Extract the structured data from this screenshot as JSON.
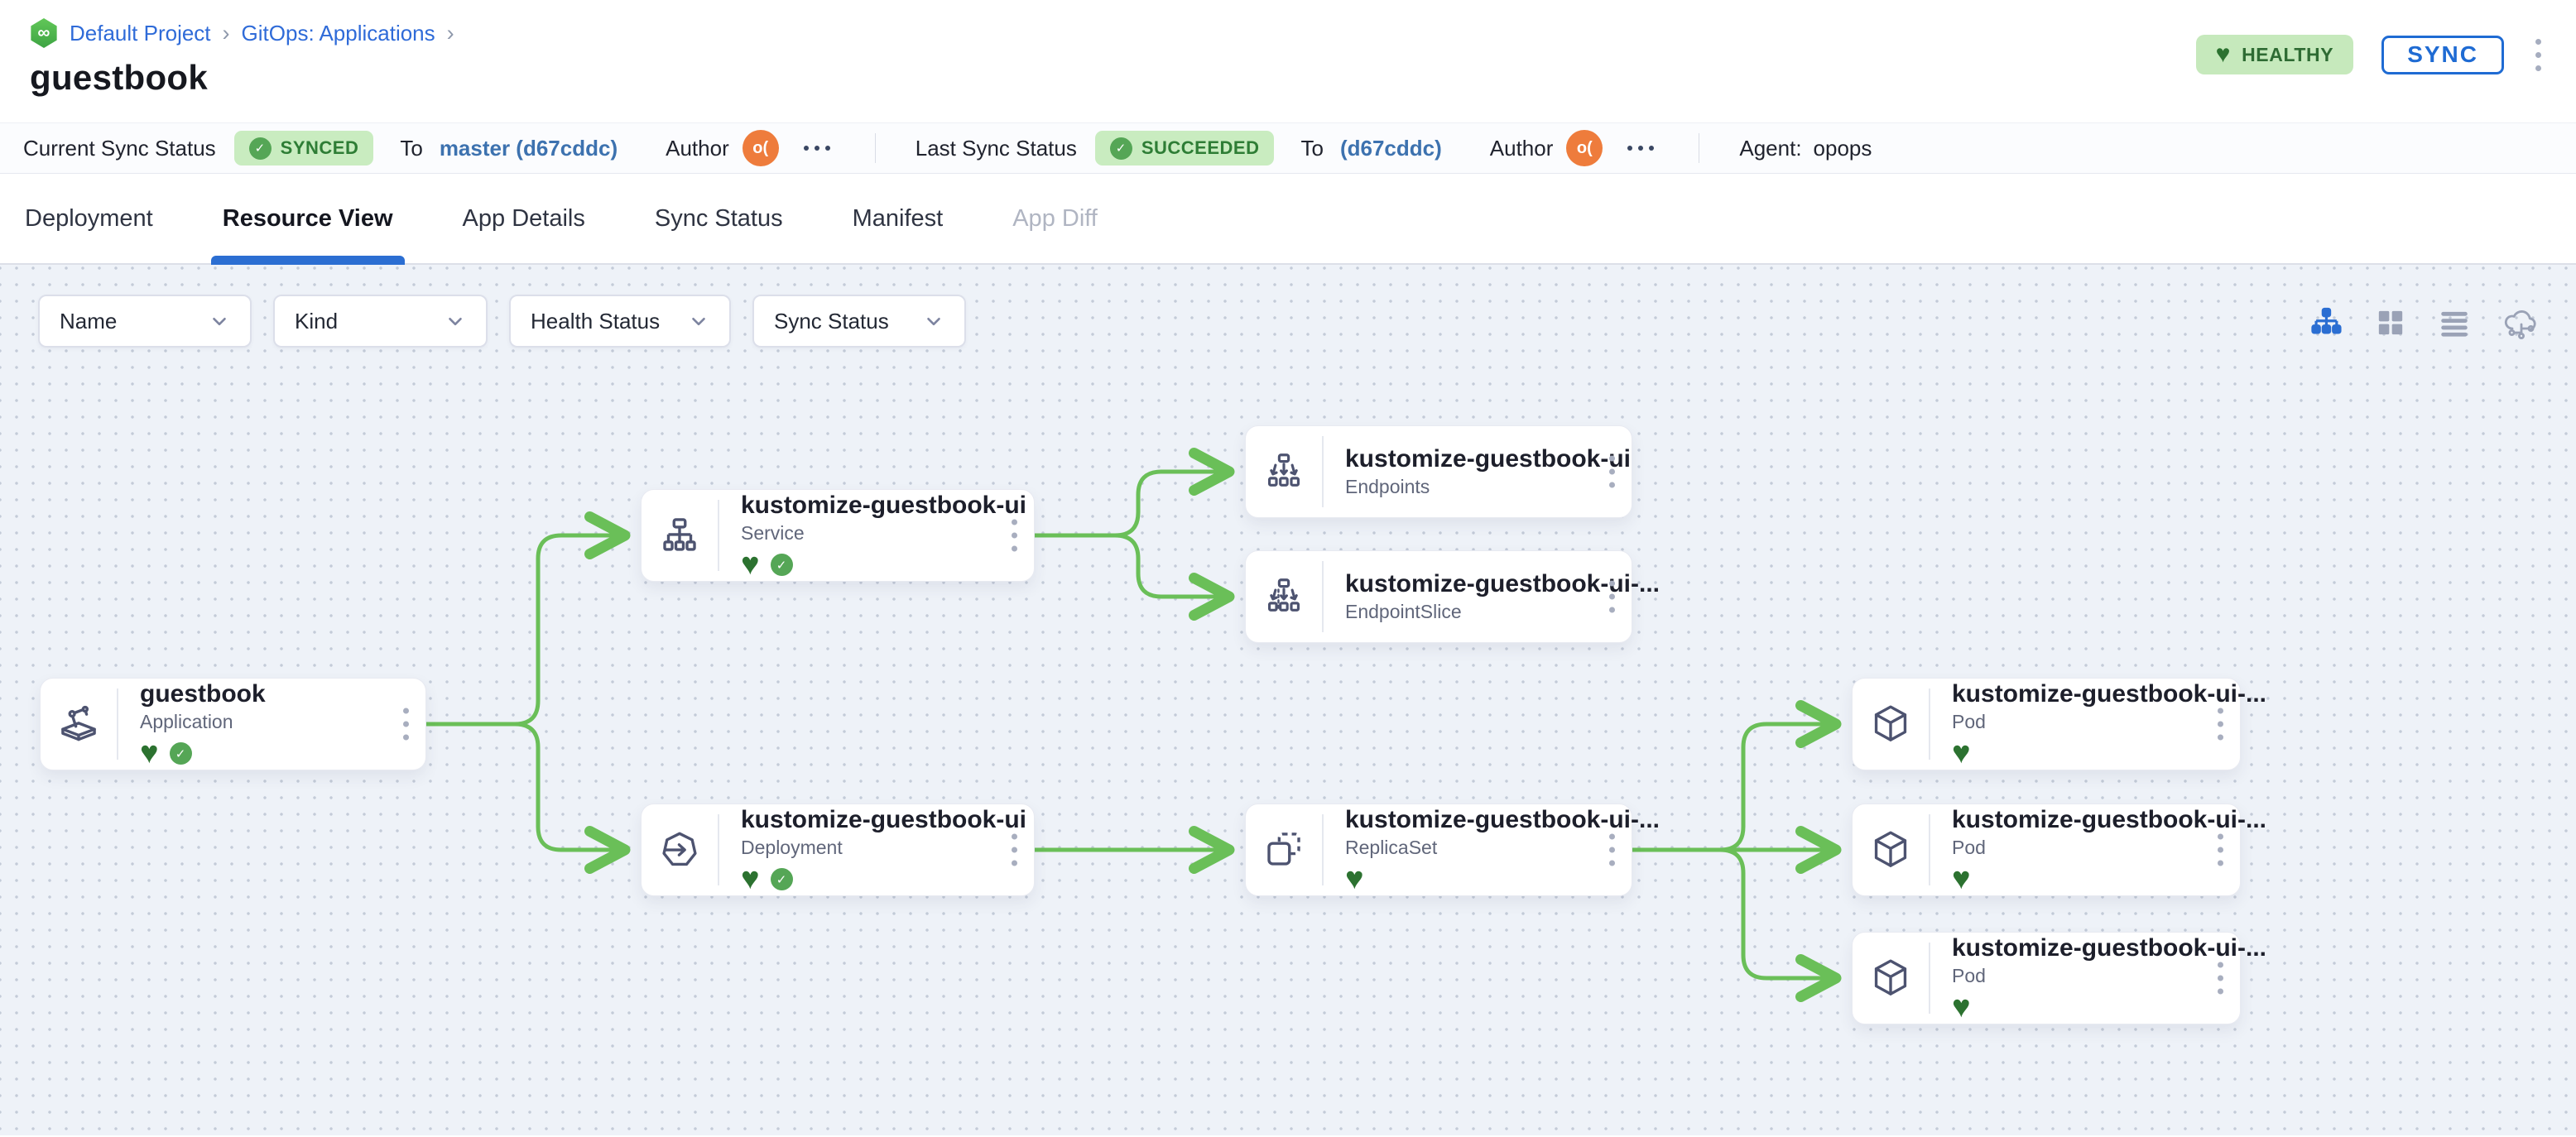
{
  "breadcrumb": {
    "project": "Default Project",
    "section": "GitOps: Applications",
    "separator": "›"
  },
  "header": {
    "title": "guestbook",
    "health_badge": "HEALTHY",
    "sync_button": "SYNC"
  },
  "status_bar": {
    "current_label": "Current Sync Status",
    "current_badge": "SYNCED",
    "current_to": "To",
    "current_revision": "master (d67cddc)",
    "current_author_label": "Author",
    "current_author_initials": "o(",
    "last_label": "Last Sync Status",
    "last_badge": "SUCCEEDED",
    "last_to": "To",
    "last_revision": "(d67cddc)",
    "last_author_label": "Author",
    "last_author_initials": "o(",
    "agent_label": "Agent:",
    "agent_value": "opops"
  },
  "tabs": [
    {
      "label": "Deployment",
      "state": "normal"
    },
    {
      "label": "Resource View",
      "state": "active"
    },
    {
      "label": "App Details",
      "state": "normal"
    },
    {
      "label": "Sync Status",
      "state": "normal"
    },
    {
      "label": "Manifest",
      "state": "normal"
    },
    {
      "label": "App Diff",
      "state": "disabled"
    }
  ],
  "filters": {
    "name": "Name",
    "kind": "Kind",
    "health": "Health Status",
    "sync": "Sync Status"
  },
  "view_modes": {
    "active": "tree-view",
    "options": [
      "tree-view",
      "grid-view",
      "list-view",
      "cloud-resources-view"
    ]
  },
  "nodes": [
    {
      "title": "guestbook",
      "kind": "Application",
      "health": "healthy",
      "sync": "synced"
    },
    {
      "title": "kustomize-guestbook-ui",
      "kind": "Service",
      "health": "healthy",
      "sync": "synced"
    },
    {
      "title": "kustomize-guestbook-ui",
      "kind": "Endpoints"
    },
    {
      "title": "kustomize-guestbook-ui-...",
      "kind": "EndpointSlice"
    },
    {
      "title": "kustomize-guestbook-ui",
      "kind": "Deployment",
      "health": "healthy",
      "sync": "synced"
    },
    {
      "title": "kustomize-guestbook-ui-...",
      "kind": "ReplicaSet",
      "health": "healthy"
    },
    {
      "title": "kustomize-guestbook-ui-...",
      "kind": "Pod",
      "health": "healthy"
    },
    {
      "title": "kustomize-guestbook-ui-...",
      "kind": "Pod",
      "health": "healthy"
    },
    {
      "title": "kustomize-guestbook-ui-...",
      "kind": "Pod",
      "health": "healthy"
    }
  ],
  "icons": {
    "heart": "♥",
    "check": "✓",
    "infinity": "∞"
  },
  "colors": {
    "connector_green": "#6abf58",
    "badge_bg_green": "#c9ecc0",
    "badge_text_green": "#2e7d35",
    "heart_green": "#2c7230",
    "accent_blue": "#2b6ed2",
    "revision_blue": "#3d72af",
    "breadcrumb_blue": "#2f6bd8",
    "avatar_orange": "#ee7c3c",
    "canvas_bg": "#eef2f8"
  }
}
